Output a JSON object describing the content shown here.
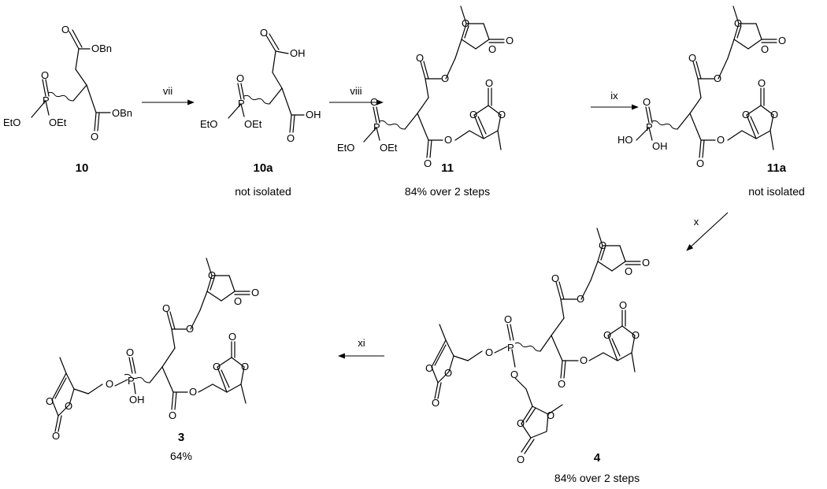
{
  "compounds": [
    {
      "id": "c10",
      "number": "10",
      "note": ""
    },
    {
      "id": "c10a",
      "number": "10a",
      "note": "not isolated"
    },
    {
      "id": "c11",
      "number": "11",
      "note": "84% over 2 steps"
    },
    {
      "id": "c11a",
      "number": "11a",
      "note": "not isolated"
    },
    {
      "id": "c4",
      "number": "4",
      "note": "84% over 2 steps"
    },
    {
      "id": "c3",
      "number": "3",
      "note": "64%"
    }
  ],
  "steps": [
    {
      "label": "vii",
      "from": "10",
      "to": "10a"
    },
    {
      "label": "viii",
      "from": "10a",
      "to": "11"
    },
    {
      "label": "ix",
      "from": "11",
      "to": "11a"
    },
    {
      "label": "x",
      "from": "11a",
      "to": "4"
    },
    {
      "label": "xi",
      "from": "4",
      "to": "3"
    }
  ],
  "atom_labels": {
    "O": "O",
    "P": "P",
    "OBn": "OBn",
    "OH": "OH",
    "EtO": "EtO",
    "OEt": "OEt",
    "HO": "HO"
  }
}
